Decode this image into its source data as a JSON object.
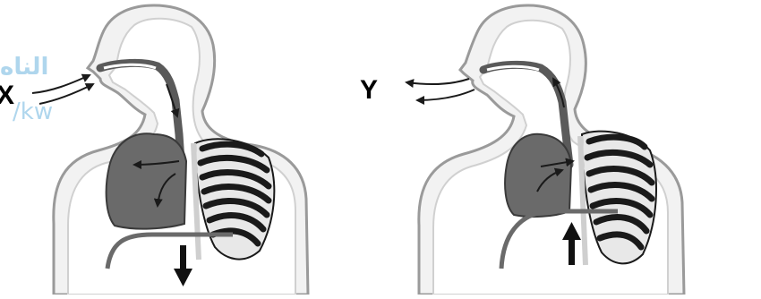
{
  "labels": {
    "inhale": "X",
    "exhale": "Y"
  },
  "watermark": {
    "line1": "الناه",
    "line2": "/kw"
  },
  "colors": {
    "body_outline": "#9a9a9a",
    "body_fill": "#f2f2f2",
    "lung": "#6a6a6a",
    "rib": "#1a1a1a",
    "airway": "#5a5a5a",
    "arrow": "#1a1a1a"
  },
  "diagram": {
    "panels": [
      {
        "state": "inhalation",
        "diaphragm_arrow": "down-arrow-icon"
      },
      {
        "state": "exhalation",
        "diaphragm_arrow": "up-arrow-icon"
      }
    ]
  }
}
